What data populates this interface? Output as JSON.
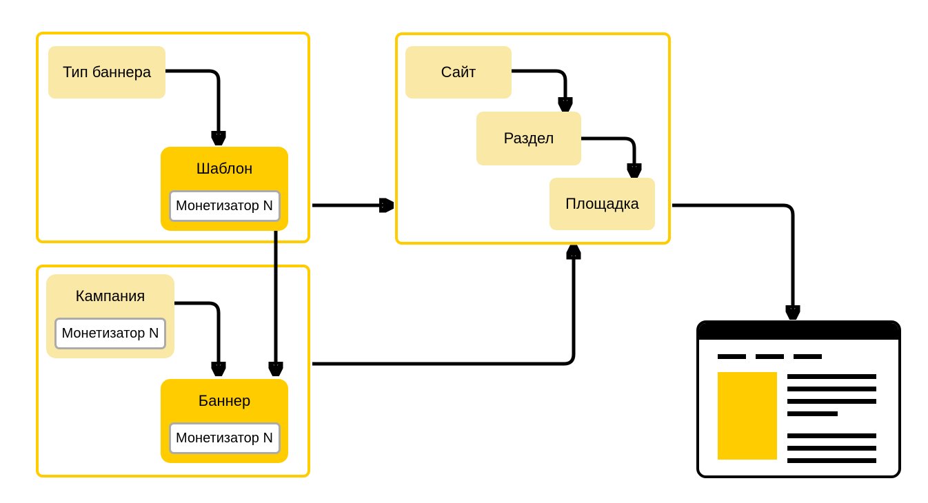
{
  "palette": {
    "accent_yellow": "#FFCC00",
    "light_yellow": "#FAE8A6",
    "tag_border_gray": "#ABABAB",
    "line_black": "#000000",
    "background_white": "#FFFFFF"
  },
  "nodes": {
    "banner_type": {
      "label": "Тип баннера"
    },
    "template": {
      "label": "Шаблон",
      "tag": "Монетизатор N"
    },
    "campaign": {
      "label": "Кампания",
      "tag": "Монетизатор N"
    },
    "banner": {
      "label": "Баннер",
      "tag": "Монетизатор N"
    },
    "site": {
      "label": "Сайт"
    },
    "section": {
      "label": "Раздел"
    },
    "placement": {
      "label": "Площадка"
    }
  },
  "groups": {
    "template_group": [
      "banner_type",
      "template"
    ],
    "campaign_group": [
      "campaign",
      "banner"
    ],
    "site_group": [
      "site",
      "section",
      "placement"
    ]
  },
  "edges": [
    {
      "from": "banner_type",
      "to": "template"
    },
    {
      "from": "template",
      "to": "banner"
    },
    {
      "from": "template_group",
      "to": "site_group"
    },
    {
      "from": "campaign",
      "to": "banner"
    },
    {
      "from": "campaign_group",
      "to": "site_group"
    },
    {
      "from": "site",
      "to": "section"
    },
    {
      "from": "section",
      "to": "placement"
    },
    {
      "from": "site_group",
      "to": "page_preview"
    }
  ]
}
